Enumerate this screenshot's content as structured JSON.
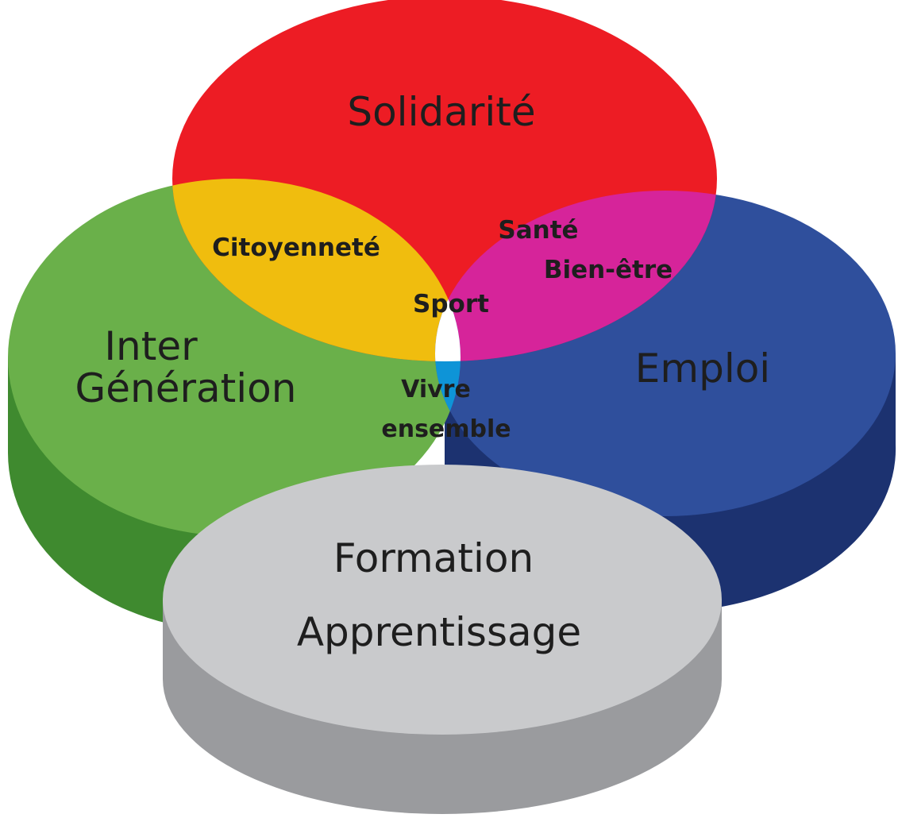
{
  "diagram": {
    "sets": {
      "solidarite": {
        "label": "Solidarité",
        "color": "#ed1c24"
      },
      "inter": {
        "label_line1": "Inter",
        "label_line2": "Génération",
        "color": "#6ab04a",
        "side_color": "#3f8a2f"
      },
      "emploi": {
        "label": "Emploi",
        "color": "#2f4f9c",
        "side_color": "#1c3270"
      },
      "formation": {
        "label_line1": "Formation",
        "label_line2": "Apprentissage",
        "color": "#c9cacc",
        "side_color": "#9a9b9e"
      }
    },
    "overlaps": {
      "citoyennete": {
        "label": "Citoyenneté",
        "color": "#f0bd0e"
      },
      "sante": {
        "label_line1": "Santé",
        "label_line2": "Bien-être",
        "color": "#d6249a"
      },
      "vivre": {
        "label_line1": "Vivre",
        "label_line2": "ensemble",
        "color": "#0e94d7"
      }
    },
    "center": {
      "label": "Sport",
      "color": "#ffffff"
    }
  }
}
